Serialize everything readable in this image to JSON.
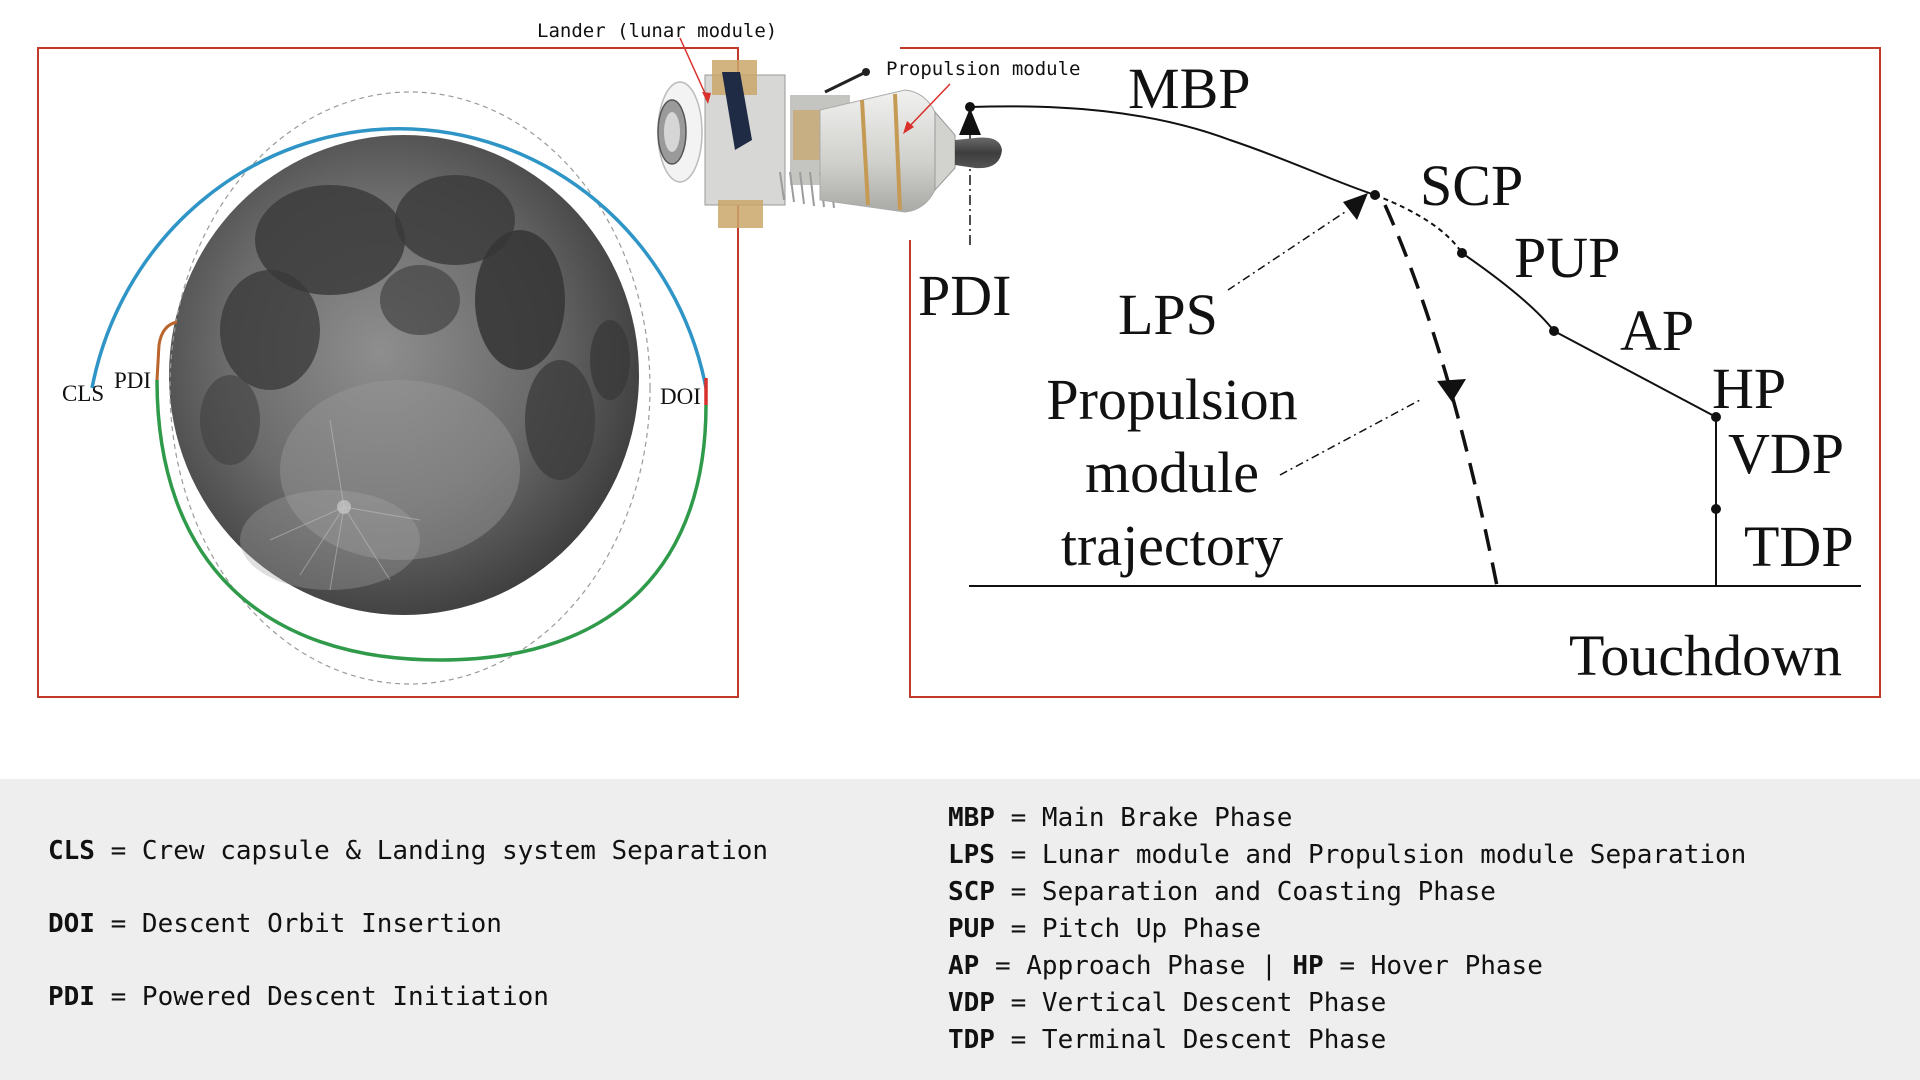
{
  "callouts": {
    "lander": "Lander (lunar module)",
    "propulsion": "Propulsion module"
  },
  "orbit_diagram": {
    "labels": {
      "cls": "CLS",
      "pdi": "PDI",
      "doi": "DOI"
    },
    "colors": {
      "frame": "#c0392b",
      "orbit_upper": "#2e95c6",
      "orbit_lower": "#2f9a4a",
      "doi_segment": "#d9302b",
      "pdi_segment": "#b8642a",
      "dashed_orbit": "#9a9a9a"
    }
  },
  "descent_diagram": {
    "labels": {
      "pdi": "PDI",
      "mbp": "MBP",
      "scp": "SCP",
      "lps": "LPS",
      "pup": "PUP",
      "ap": "AP",
      "hp": "HP",
      "vdp": "VDP",
      "tdp": "TDP",
      "touchdown": "Touchdown",
      "propulsion_line1": "Propulsion",
      "propulsion_line2": "module",
      "propulsion_line3": "trajectory"
    }
  },
  "legend": {
    "left": [
      {
        "abbr": "CLS",
        "text": " = Crew capsule & Landing system Separation"
      },
      {
        "abbr": "DOI",
        "text": " = Descent Orbit Insertion"
      },
      {
        "abbr": "PDI",
        "text": " = Powered Descent Initiation"
      }
    ],
    "right": [
      {
        "abbr": "MBP",
        "text": " = Main Brake Phase"
      },
      {
        "abbr": "LPS",
        "text": " = Lunar module and Propulsion module Separation"
      },
      {
        "abbr": "SCP",
        "text": " = Separation and Coasting Phase"
      },
      {
        "abbr": "PUP",
        "text": " = Pitch Up Phase"
      },
      {
        "abbr": "AP",
        "text": " = Approach Phase | ",
        "abbr2": "HP",
        "text2": " = Hover Phase"
      },
      {
        "abbr": "VDP",
        "text": " = Vertical Descent Phase"
      },
      {
        "abbr": "TDP",
        "text": " = Terminal Descent Phase"
      }
    ]
  }
}
